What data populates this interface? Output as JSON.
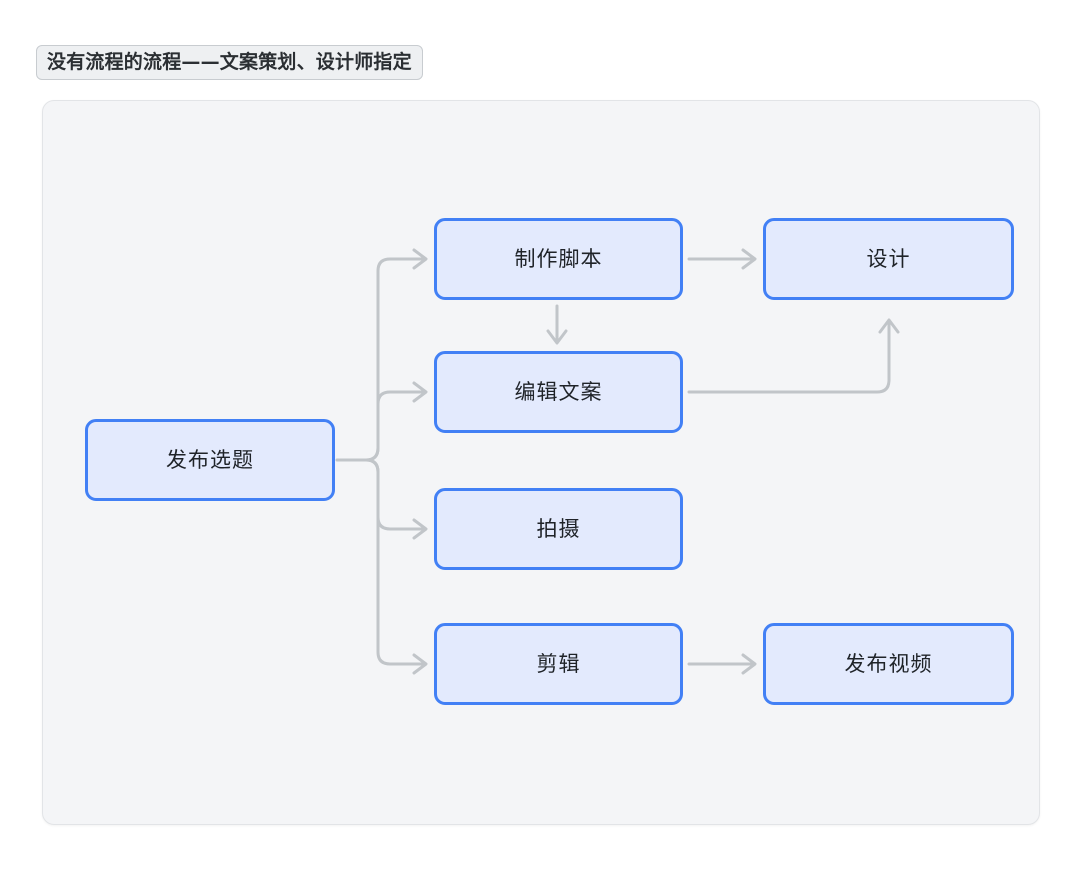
{
  "page": {
    "background_color": "#ffffff"
  },
  "title": {
    "text": "没有流程的流程——文案策划、设计师指定"
  },
  "panel": {
    "background_color": "#f4f5f7",
    "border_color": "#e2e4e7"
  },
  "theme": {
    "node_fill": "#e3eafd",
    "node_border": "#4280f5",
    "node_text": "#1f2328",
    "edge_color": "#c1c5c9",
    "badge_fill": "#eef0f2",
    "badge_border": "#c8ccd0"
  },
  "chart_data": {
    "type": "diagram",
    "diagram_kind": "flowchart",
    "title": "没有流程的流程——文案策划、设计师指定",
    "direction": "left-to-right",
    "nodes": [
      {
        "id": "publish-topic",
        "label": "发布选题",
        "column": 0,
        "row": 2
      },
      {
        "id": "make-script",
        "label": "制作脚本",
        "column": 1,
        "row": 0
      },
      {
        "id": "edit-copy",
        "label": "编辑文案",
        "column": 1,
        "row": 1
      },
      {
        "id": "shoot",
        "label": "拍摄",
        "column": 1,
        "row": 2
      },
      {
        "id": "clip",
        "label": "剪辑",
        "column": 1,
        "row": 3
      },
      {
        "id": "design",
        "label": "设计",
        "column": 2,
        "row": 0
      },
      {
        "id": "publish-video",
        "label": "发布视频",
        "column": 2,
        "row": 3
      }
    ],
    "edges": [
      {
        "from": "publish-topic",
        "to": "make-script",
        "style": "branch-elbow",
        "label": ""
      },
      {
        "from": "publish-topic",
        "to": "edit-copy",
        "style": "branch-elbow",
        "label": ""
      },
      {
        "from": "publish-topic",
        "to": "shoot",
        "style": "branch-elbow",
        "label": ""
      },
      {
        "from": "publish-topic",
        "to": "clip",
        "style": "branch-elbow",
        "label": ""
      },
      {
        "from": "make-script",
        "to": "design",
        "style": "straight-right",
        "label": ""
      },
      {
        "from": "make-script",
        "to": "edit-copy",
        "style": "straight-down",
        "label": ""
      },
      {
        "from": "edit-copy",
        "to": "design",
        "style": "elbow-up",
        "label": ""
      },
      {
        "from": "clip",
        "to": "publish-video",
        "style": "straight-right",
        "label": ""
      }
    ]
  },
  "nodes": {
    "publish_topic": {
      "label": "发布选题"
    },
    "make_script": {
      "label": "制作脚本"
    },
    "edit_copy": {
      "label": "编辑文案"
    },
    "shoot": {
      "label": "拍摄"
    },
    "clip": {
      "label": "剪辑"
    },
    "design": {
      "label": "设计"
    },
    "publish_video": {
      "label": "发布视频"
    }
  }
}
